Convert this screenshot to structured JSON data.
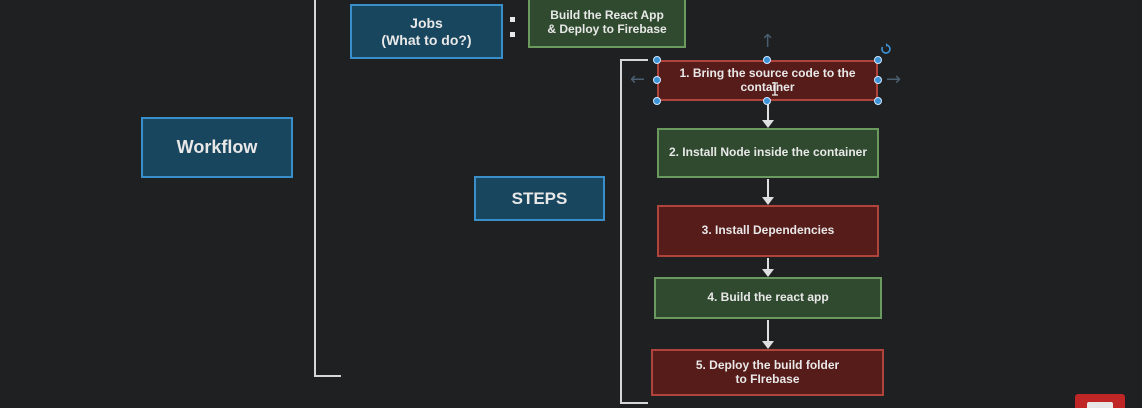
{
  "diagram": {
    "workflow_label": "Workflow",
    "jobs_label": "Jobs\n(What to do?)",
    "job_description": "Build the React App\n& Deploy to Firebase",
    "steps_label": "STEPS",
    "steps": [
      {
        "label": "1. Bring the source code to the container",
        "color": "#561c1a"
      },
      {
        "label": "2. Install Node inside the container",
        "color": "#2f4a2e"
      },
      {
        "label": "3. Install Dependencies",
        "color": "#561c1a"
      },
      {
        "label": "4. Build the react app",
        "color": "#2f4a2e"
      },
      {
        "label": "5. Deploy the build folder\nto FIrebase",
        "color": "#561c1a"
      }
    ]
  },
  "colors": {
    "background": "#1f2021",
    "blue_box": "#18465e",
    "green_box": "#2f4a2e",
    "red_box": "#561c1a",
    "selection_handle": "#3d93d6"
  },
  "icons": {
    "rotate": "rotate-handle-icon",
    "move_up": "move-up-arrow-icon",
    "move_left": "move-left-arrow-icon",
    "move_right": "move-right-arrow-icon",
    "cursor": "text-cursor-icon",
    "video_badge": "youtube-badge-icon"
  }
}
